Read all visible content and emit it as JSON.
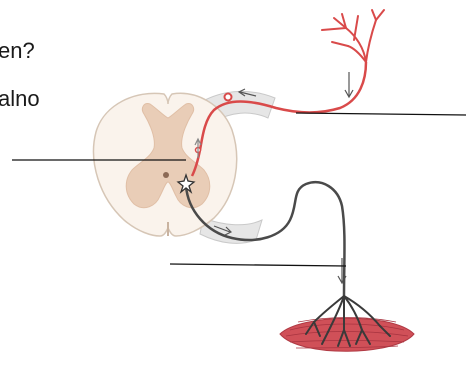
{
  "question_fragment": {
    "line_1": "en?",
    "line_2": "alno"
  },
  "colors": {
    "grey_matter": "#e9cdb7",
    "white_matter": "#faf3ec",
    "cord_outline": "#cdb8a6",
    "sensory_neuron": "#d94a4a",
    "motor_neuron": "#4a4a4a",
    "muscle": "#c8414a",
    "root_sleeve": "#e4e4e4",
    "label_line": "#111111"
  },
  "icons": {
    "motor_soma": "star-icon",
    "impulse": "arrow-icon"
  },
  "label_lines_count": 3
}
